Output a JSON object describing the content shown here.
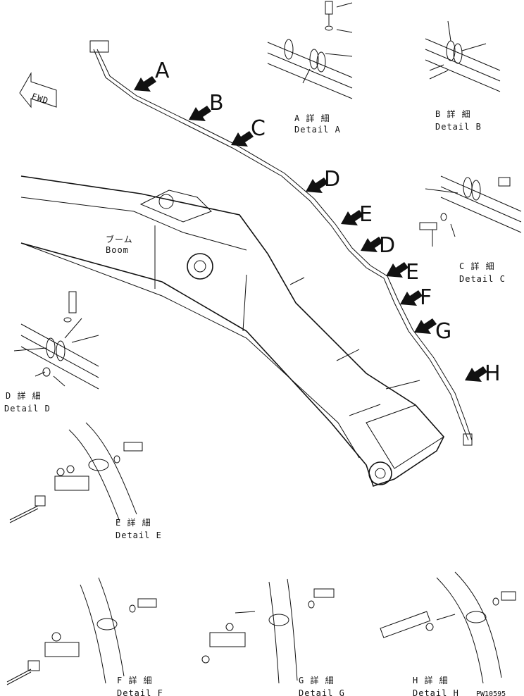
{
  "fwd_label": "FWD",
  "boom_jp": "ブーム",
  "boom_en": "Boom",
  "arrows": [
    {
      "letter": "A"
    },
    {
      "letter": "B"
    },
    {
      "letter": "C"
    },
    {
      "letter": "D"
    },
    {
      "letter": "E"
    },
    {
      "letter": "D"
    },
    {
      "letter": "E"
    },
    {
      "letter": "F"
    },
    {
      "letter": "G"
    },
    {
      "letter": "H"
    }
  ],
  "details": {
    "a": {
      "jp": "A 詳 細",
      "en": "Detail A"
    },
    "b": {
      "jp": "B 詳 細",
      "en": "Detail B"
    },
    "c": {
      "jp": "C 詳 細",
      "en": "Detail C"
    },
    "d": {
      "jp": "D 詳 細",
      "en": "Detail D"
    },
    "e": {
      "jp": "E 詳 細",
      "en": "Detail E"
    },
    "f": {
      "jp": "F 詳 細",
      "en": "Detail F"
    },
    "g": {
      "jp": "G 詳 細",
      "en": "Detail G"
    },
    "h": {
      "jp": "H 詳 細",
      "en": "Detail H"
    }
  },
  "drawing_code": "PW10595"
}
